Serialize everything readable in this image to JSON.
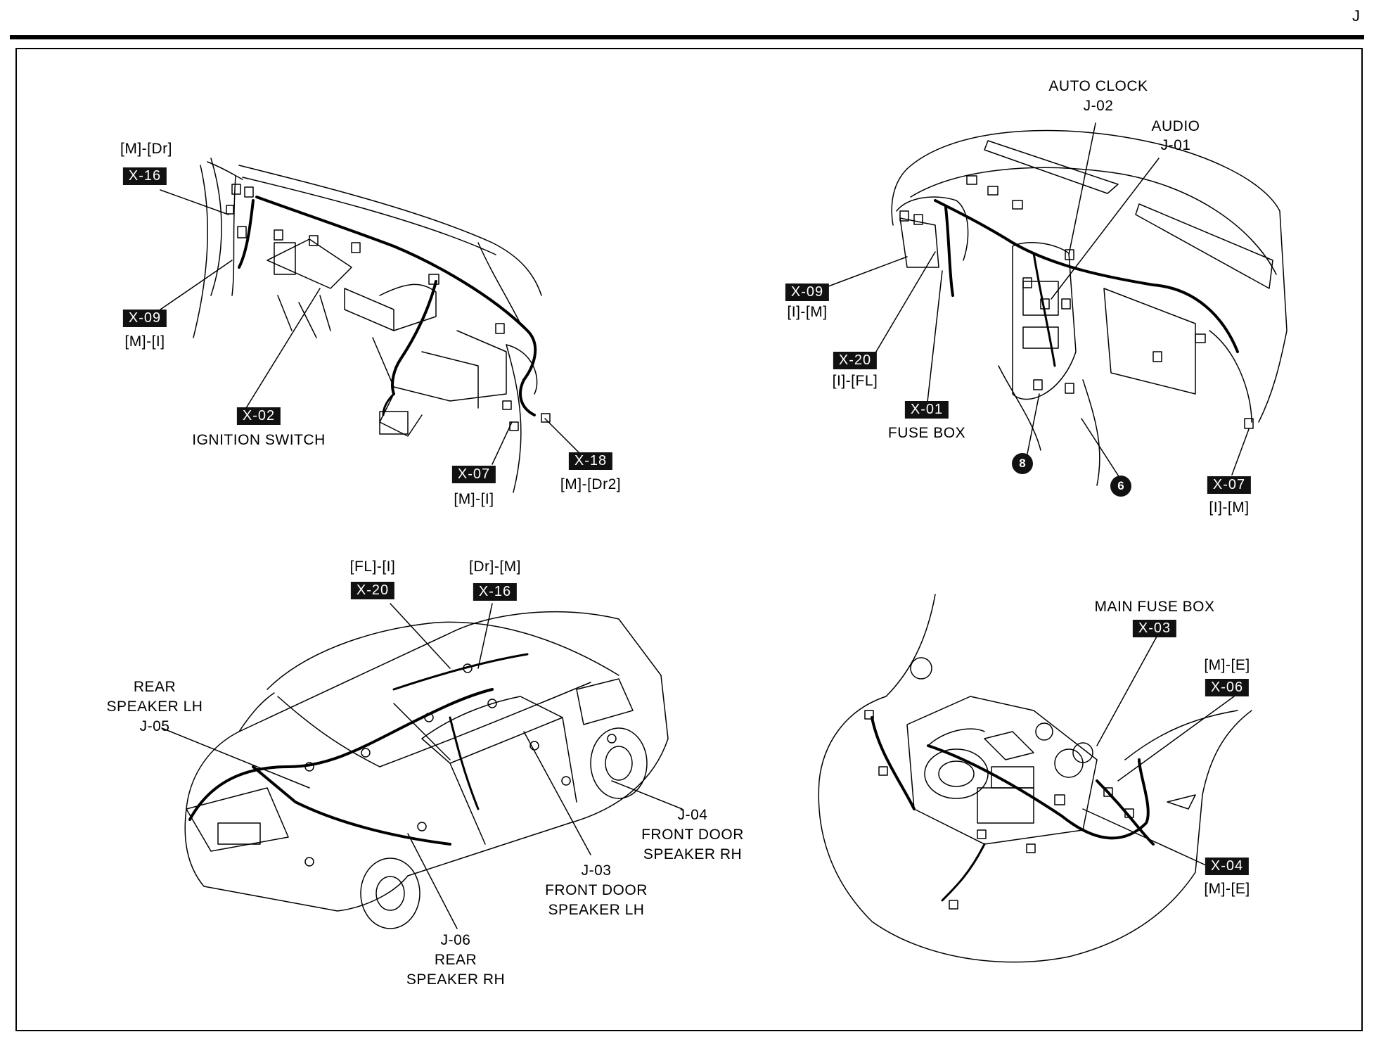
{
  "page_letter": "J",
  "quadrants": {
    "dash_left": {
      "connectors": [
        {
          "pos": "[M]-[Dr]",
          "code": "X-16"
        },
        {
          "code": "X-09",
          "pos": "[M]-[I]"
        },
        {
          "code": "X-02",
          "label": "IGNITION SWITCH"
        },
        {
          "code": "X-07",
          "pos": "[M]-[I]"
        },
        {
          "code": "X-18",
          "pos": "[M]-[Dr2]"
        }
      ]
    },
    "dash_right": {
      "components": [
        {
          "name": "AUTO CLOCK",
          "code": "J-02"
        },
        {
          "name": "AUDIO",
          "code": "J-01"
        }
      ],
      "connectors": [
        {
          "code": "X-09",
          "pos": "[I]-[M]"
        },
        {
          "code": "X-20",
          "pos": "[I]-[FL]"
        },
        {
          "code": "X-01",
          "label": "FUSE BOX"
        },
        {
          "code": "X-07",
          "pos": "[I]-[M]"
        }
      ],
      "ground_points": [
        "8",
        "6"
      ]
    },
    "car_body": {
      "connectors": [
        {
          "pos": "[FL]-[I]",
          "code": "X-20"
        },
        {
          "pos": "[Dr]-[M]",
          "code": "X-16"
        }
      ],
      "speakers": [
        {
          "lines": [
            "REAR",
            "SPEAKER LH",
            "J-05"
          ]
        },
        {
          "lines": [
            "J-04",
            "FRONT DOOR",
            "SPEAKER RH"
          ]
        },
        {
          "lines": [
            "J-03",
            "FRONT DOOR",
            "SPEAKER LH"
          ]
        },
        {
          "lines": [
            "J-06",
            "REAR",
            "SPEAKER RH"
          ]
        }
      ]
    },
    "engine_bay": {
      "main_fuse": {
        "label": "MAIN FUSE BOX",
        "code": "X-03"
      },
      "connectors": [
        {
          "pos": "[M]-[E]",
          "code": "X-06"
        },
        {
          "code": "X-04",
          "pos": "[M]-[E]"
        }
      ]
    }
  }
}
